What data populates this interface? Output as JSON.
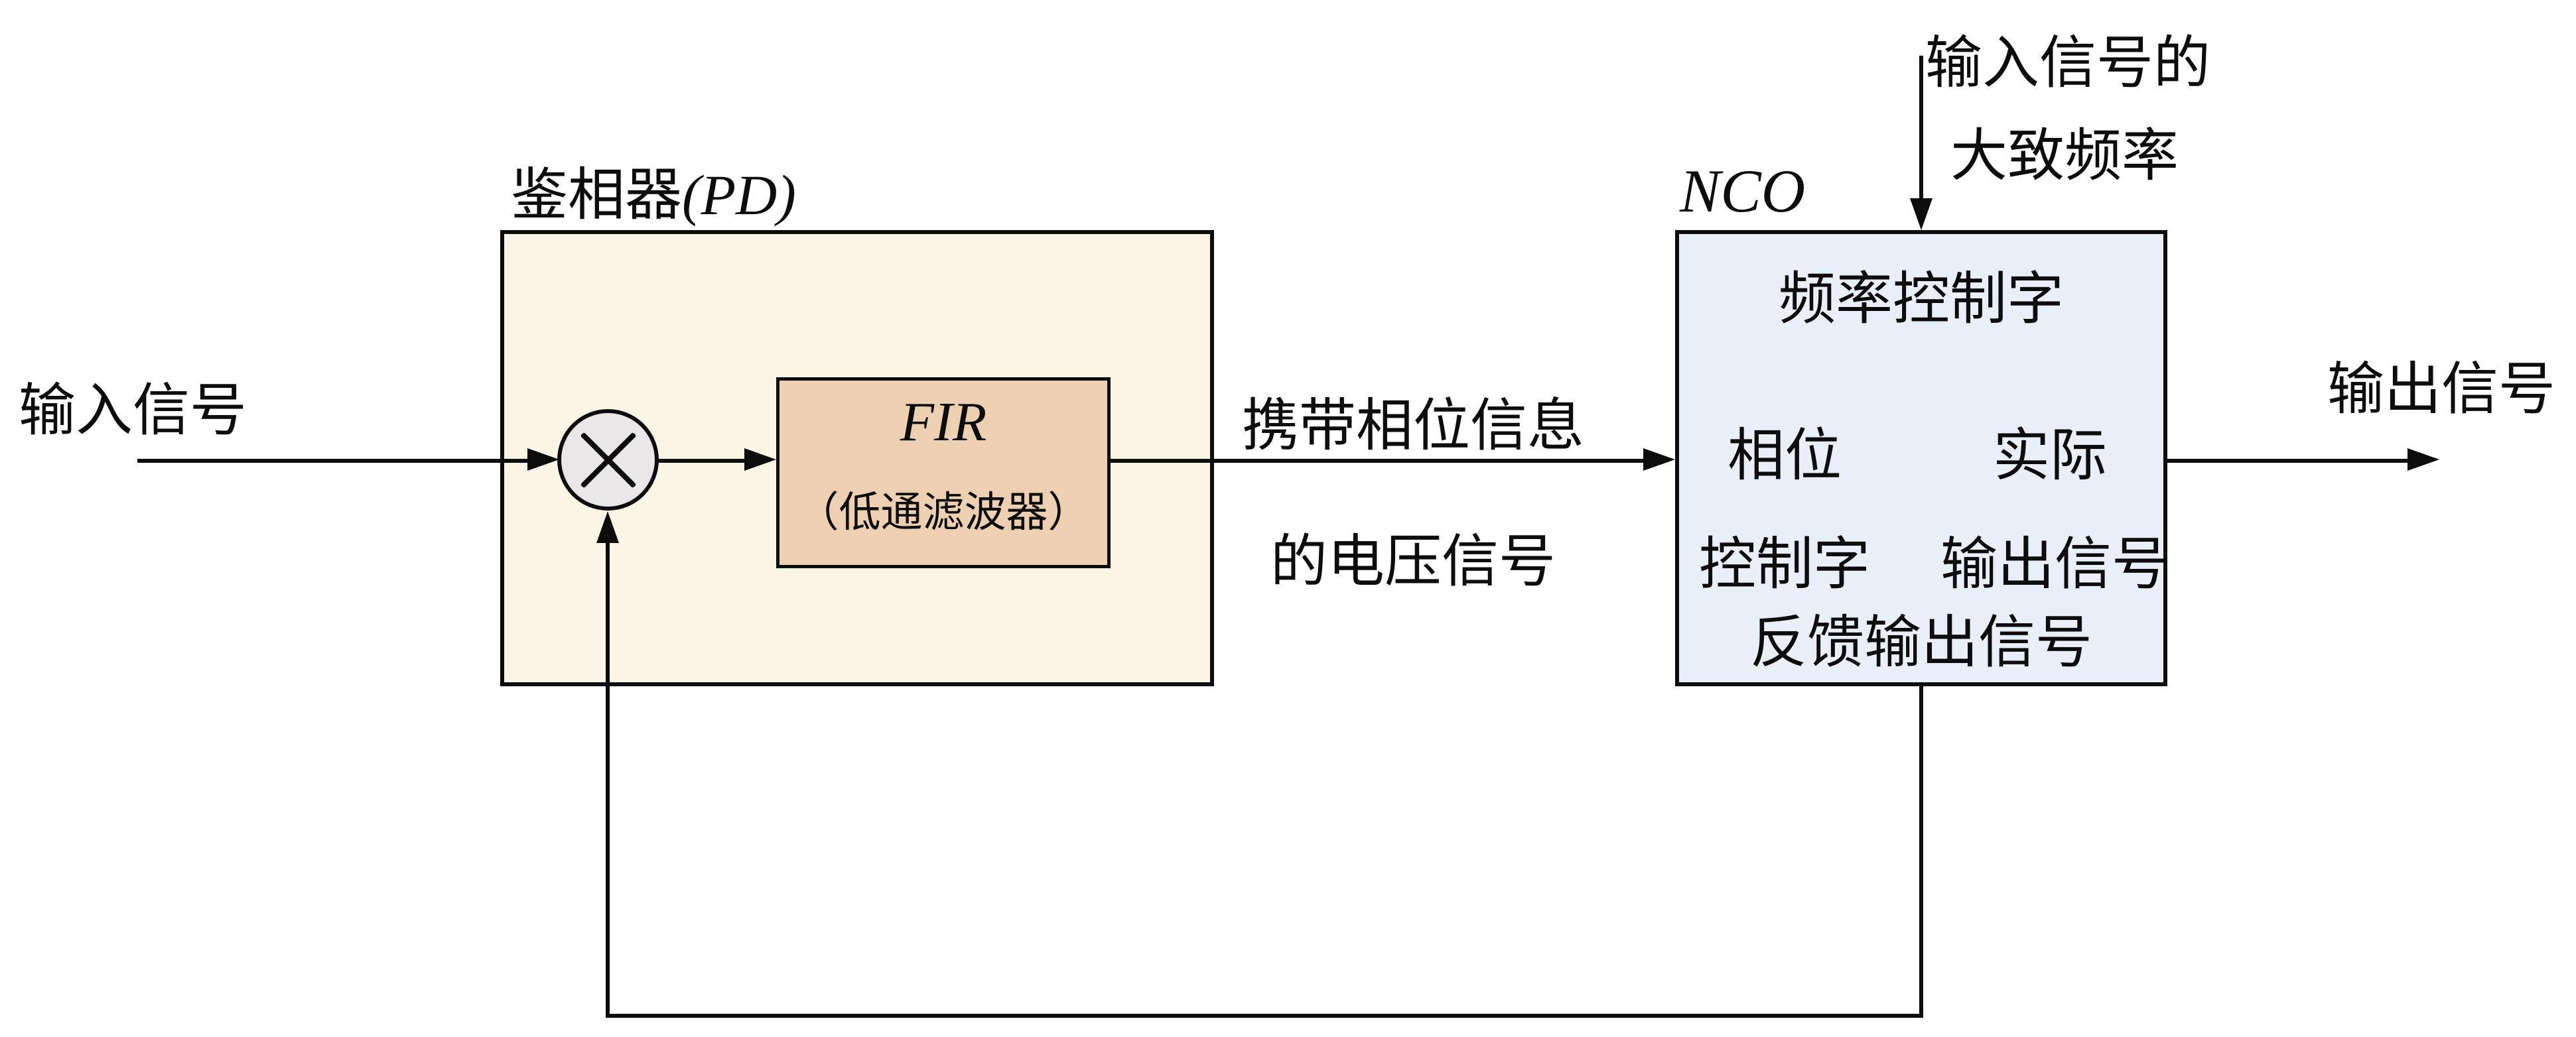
{
  "diagram": {
    "input_label": "输入信号",
    "output_label": "输出信号",
    "pd": {
      "title_cjk": "鉴相器",
      "title_latin": "(PD)"
    },
    "multiplier": {
      "symbol": "multiply-cross"
    },
    "fir": {
      "line1": "FIR",
      "line2": "（低通滤波器）"
    },
    "mid_signal": {
      "line1": "携带相位信息",
      "line2": "的电压信号"
    },
    "top_input": {
      "line1": "输入信号的",
      "line2": "大致频率"
    },
    "nco": {
      "title": "NCO",
      "freq_word": "频率控制字",
      "phase_line1": "相位",
      "phase_line2": "控制字",
      "actual_line1": "实际",
      "actual_line2": "输出信号",
      "feedback": "反馈输出信号"
    },
    "colors": {
      "line": "#0d0d0d",
      "pd_fill": "#FCF4E5",
      "fir_fill": "#ECD0B1",
      "nco_fill": "#E9EFF8",
      "circle_fill": "#E9E6E8"
    }
  }
}
